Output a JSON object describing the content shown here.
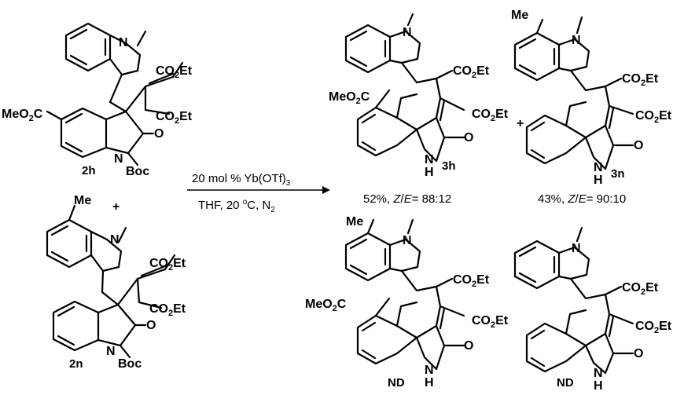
{
  "colors": {
    "ester": "#1f4fd8",
    "methyl": "#d62020",
    "text": "#000000"
  },
  "labels": {
    "co2et": "CO2Et",
    "meo2c": "MeO2C",
    "me": "Me",
    "boc": "Boc",
    "n": "N",
    "o": "O",
    "h": "H",
    "plus": "+"
  },
  "compounds": {
    "2h": "2h",
    "2n": "2n",
    "3h": "3h",
    "3n": "3n",
    "nd1": "ND",
    "nd2": "ND"
  },
  "conditions": {
    "catalyst": "20 mol % Yb(OTf)3",
    "solvent": "THF, 20 oC, N2"
  },
  "results": {
    "3h": "52%, Z/E= 88:12",
    "3n": "43%, Z/E= 90:10"
  }
}
